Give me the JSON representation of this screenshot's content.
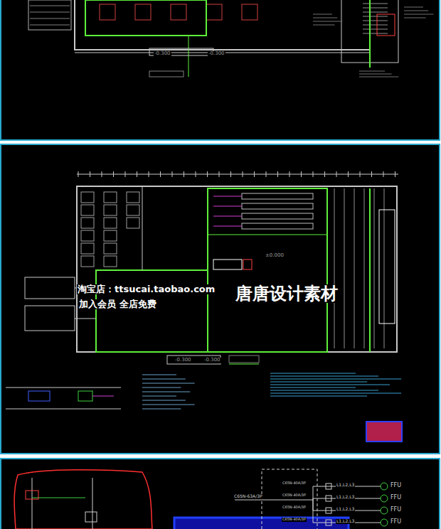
{
  "diagram": {
    "labels": [
      "-0.300",
      "-0.300",
      "±0.000",
      "-0.300",
      "-0.300",
      "淘宝店：ttsucai.taobao.com",
      "加入会员 全店免费",
      "唐唐设计素材",
      "FFU",
      "FFU",
      "FFU",
      "FFU",
      "L1,L2,L3",
      "L1,L2,L3",
      "L1,L2,L3",
      "L1,L2,L3",
      "C65N-63A/3P",
      "C65N-40A/3P",
      "C65N-40A/3P",
      "C65N-40A/3P",
      "C65N-40A/3P"
    ]
  }
}
